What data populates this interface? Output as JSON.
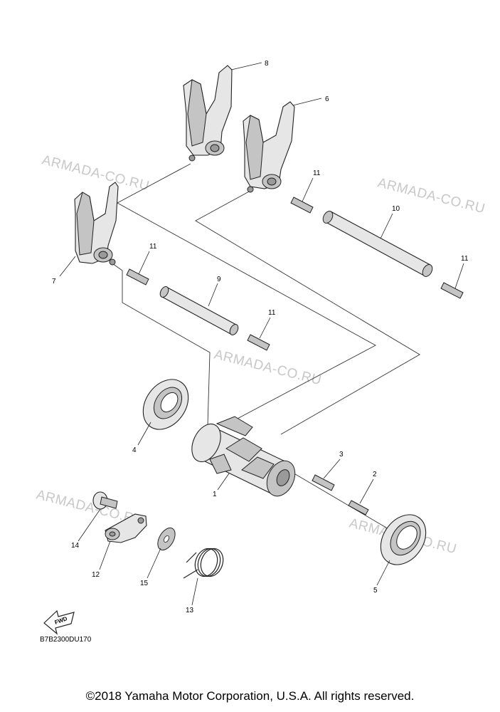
{
  "watermarks": [
    "ARMADA-CO.RU",
    "ARMADA-CO.RU",
    "ARMADA-CO.RU",
    "ARMADA-CO.RU",
    "ARMADA-CO.RU"
  ],
  "callouts": {
    "p1": "1",
    "p2": "2",
    "p3": "3",
    "p4": "4",
    "p5": "5",
    "p6": "6",
    "p7": "7",
    "p8": "8",
    "p9": "9",
    "p10": "10",
    "p11a": "11",
    "p11b": "11",
    "p11c": "11",
    "p11d": "11",
    "p12": "12",
    "p13": "13",
    "p14": "14",
    "p15": "15"
  },
  "fwd_label": "FWD",
  "diagram_code": "B7B2300DU170",
  "copyright": "©2018 Yamaha Motor Corporation, U.S.A. All rights reserved."
}
